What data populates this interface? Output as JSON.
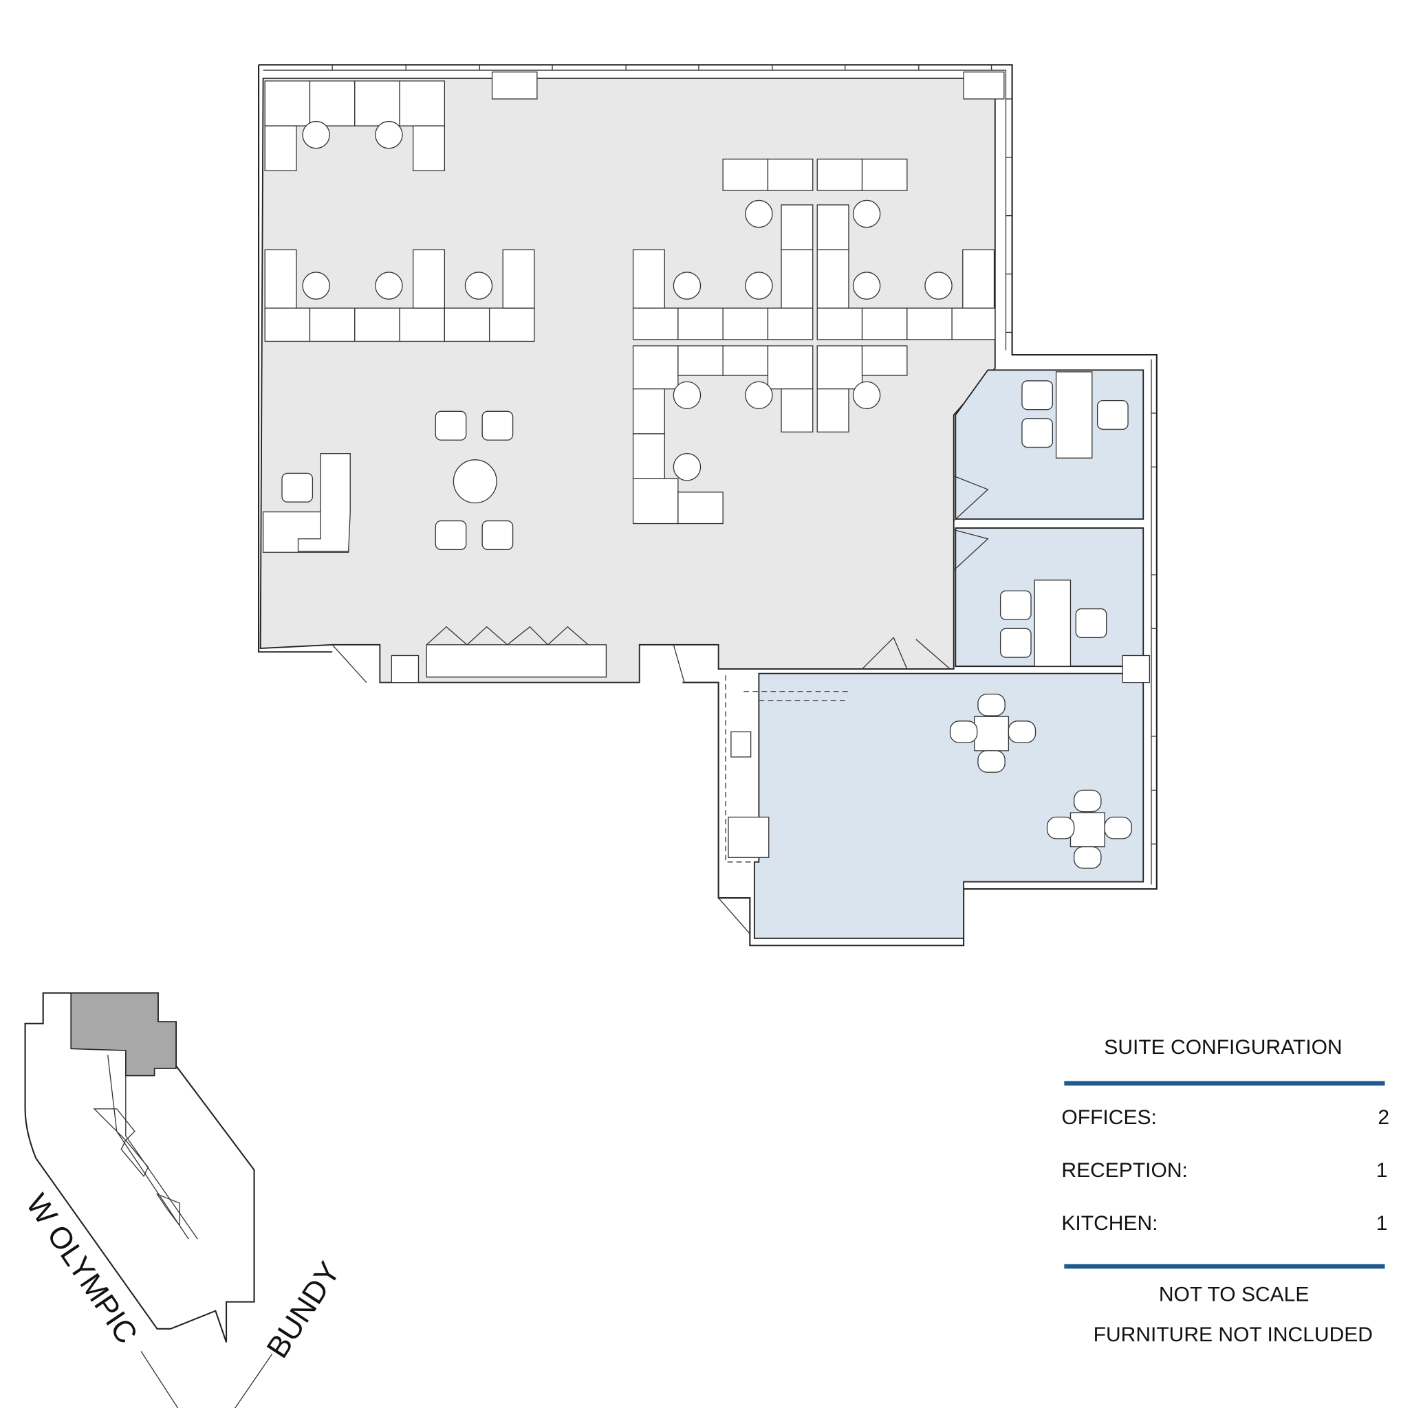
{
  "colors": {
    "open_area": "#e8e8e8",
    "office_area": "#dae4ee",
    "suite_highlight": "#a8a8a8",
    "legend_rule": "#1f5a8f"
  },
  "key_map": {
    "streets": [
      "W OLYMPIC",
      "BUNDY"
    ]
  },
  "legend": {
    "title": "SUITE CONFIGURATION",
    "rows": [
      {
        "label": "OFFICES:",
        "value": "2"
      },
      {
        "label": "RECEPTION:",
        "value": "1"
      },
      {
        "label": "KITCHEN:",
        "value": "1"
      }
    ],
    "notes": [
      "NOT TO SCALE",
      "FURNITURE NOT INCLUDED"
    ]
  }
}
